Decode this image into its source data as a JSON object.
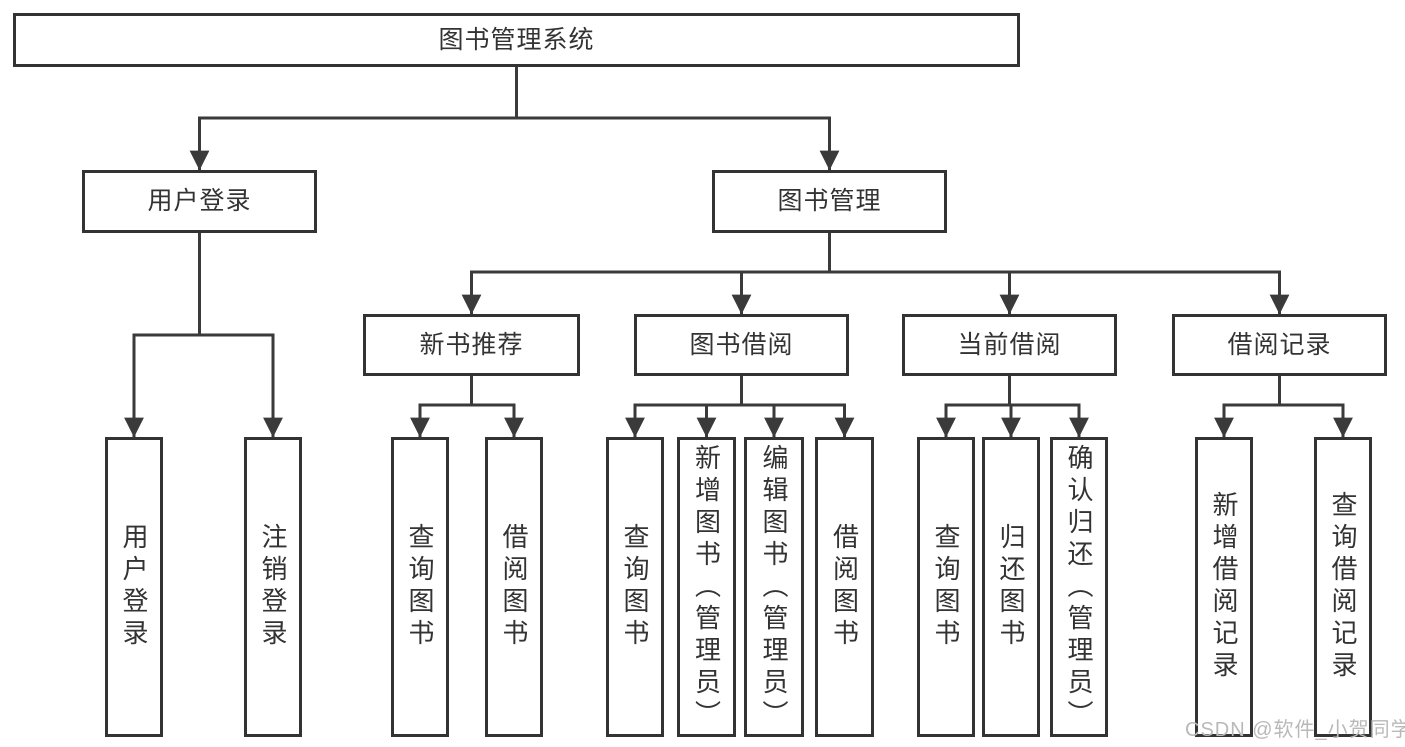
{
  "diagram": {
    "title": "图书管理系统",
    "type": "hierarchy-tree",
    "nodes": {
      "root": {
        "label": "图书管理系统"
      },
      "user_login": {
        "label": "用户登录"
      },
      "book_mgmt": {
        "label": "图书管理"
      },
      "new_book_rec": {
        "label": "新书推荐"
      },
      "book_borrow": {
        "label": "图书借阅"
      },
      "current_borrow": {
        "label": "当前借阅"
      },
      "borrow_records": {
        "label": "借阅记录"
      },
      "login_leaf": {
        "label": "用户登录"
      },
      "logout_leaf": {
        "label": "注销登录"
      },
      "rec_query_book": {
        "label": "查询图书"
      },
      "rec_borrow_book": {
        "label": "借阅图书"
      },
      "bb_query_book": {
        "label": "查询图书"
      },
      "bb_add_book": {
        "label": "新增图书（管理员）"
      },
      "bb_edit_book": {
        "label": "编辑图书（管理员）"
      },
      "bb_borrow_book": {
        "label": "借阅图书"
      },
      "cb_query_book": {
        "label": "查询图书"
      },
      "cb_return_book": {
        "label": "归还图书"
      },
      "cb_confirm_return": {
        "label": "确认归还（管理员）"
      },
      "br_add_record": {
        "label": "新增借阅记录"
      },
      "br_query_record": {
        "label": "查询借阅记录"
      }
    },
    "edges": [
      {
        "from": "图书管理系统",
        "to": [
          "用户登录",
          "图书管理"
        ]
      },
      {
        "from": "用户登录",
        "to": [
          "用户登录",
          "注销登录"
        ]
      },
      {
        "from": "图书管理",
        "to": [
          "新书推荐",
          "图书借阅",
          "当前借阅",
          "借阅记录"
        ]
      },
      {
        "from": "新书推荐",
        "to": [
          "查询图书",
          "借阅图书"
        ]
      },
      {
        "from": "图书借阅",
        "to": [
          "查询图书",
          "新增图书（管理员）",
          "编辑图书（管理员）",
          "借阅图书"
        ]
      },
      {
        "from": "当前借阅",
        "to": [
          "查询图书",
          "归还图书",
          "确认归还（管理员）"
        ]
      },
      {
        "from": "借阅记录",
        "to": [
          "新增借阅记录",
          "查询借阅记录"
        ]
      }
    ],
    "colors": {
      "line": "#3a3a3a",
      "border": "#333333",
      "text": "#333333",
      "background": "#ffffff",
      "watermark": "#b9b9b9"
    }
  },
  "watermark": {
    "text": "CSDN @软件_小贺同学"
  }
}
